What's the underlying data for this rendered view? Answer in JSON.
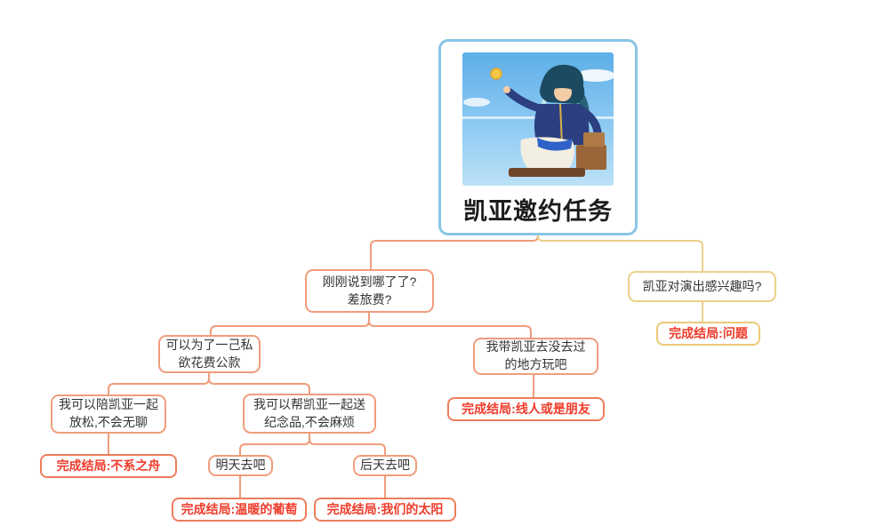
{
  "root": {
    "title": "凯亚邀约任务",
    "image_name": "kaeya-character-art"
  },
  "nodes": {
    "q1": {
      "line1": "刚刚说到哪了了?",
      "line2": "差旅费?"
    },
    "q2": {
      "line1": "凯亚对演出感兴趣吗?"
    },
    "q2_ending": {
      "label": "完成结局:问题"
    },
    "a1": {
      "line1": "可以为了一己私",
      "line2": "欲花费公款"
    },
    "a2": {
      "line1": "我带凯亚去没去过",
      "line2": "的地方玩吧"
    },
    "a2_ending": {
      "label": "完成结局:线人或是朋友"
    },
    "b1": {
      "line1": "我可以陪凯亚一起",
      "line2": "放松,不会无聊"
    },
    "b1_ending": {
      "label": "完成结局:不系之舟"
    },
    "b2": {
      "line1": "我可以帮凯亚一起送",
      "line2": "纪念品,不会麻烦"
    },
    "c1": {
      "line1": "明天去吧"
    },
    "c1_ending": {
      "label": "完成结局:温暖的葡萄"
    },
    "c2": {
      "line1": "后天去吧"
    },
    "c2_ending": {
      "label": "完成结局:我们的太阳"
    }
  },
  "colors": {
    "root-border": "#87c5e6",
    "branch-salmon": "#f09d7c",
    "branch-yellow": "#ecd089",
    "ending-border": "#ee7d5c",
    "ending-yellow-border": "#ebca77",
    "ending-text": "#ee3c2b",
    "node-text": "#333333"
  }
}
